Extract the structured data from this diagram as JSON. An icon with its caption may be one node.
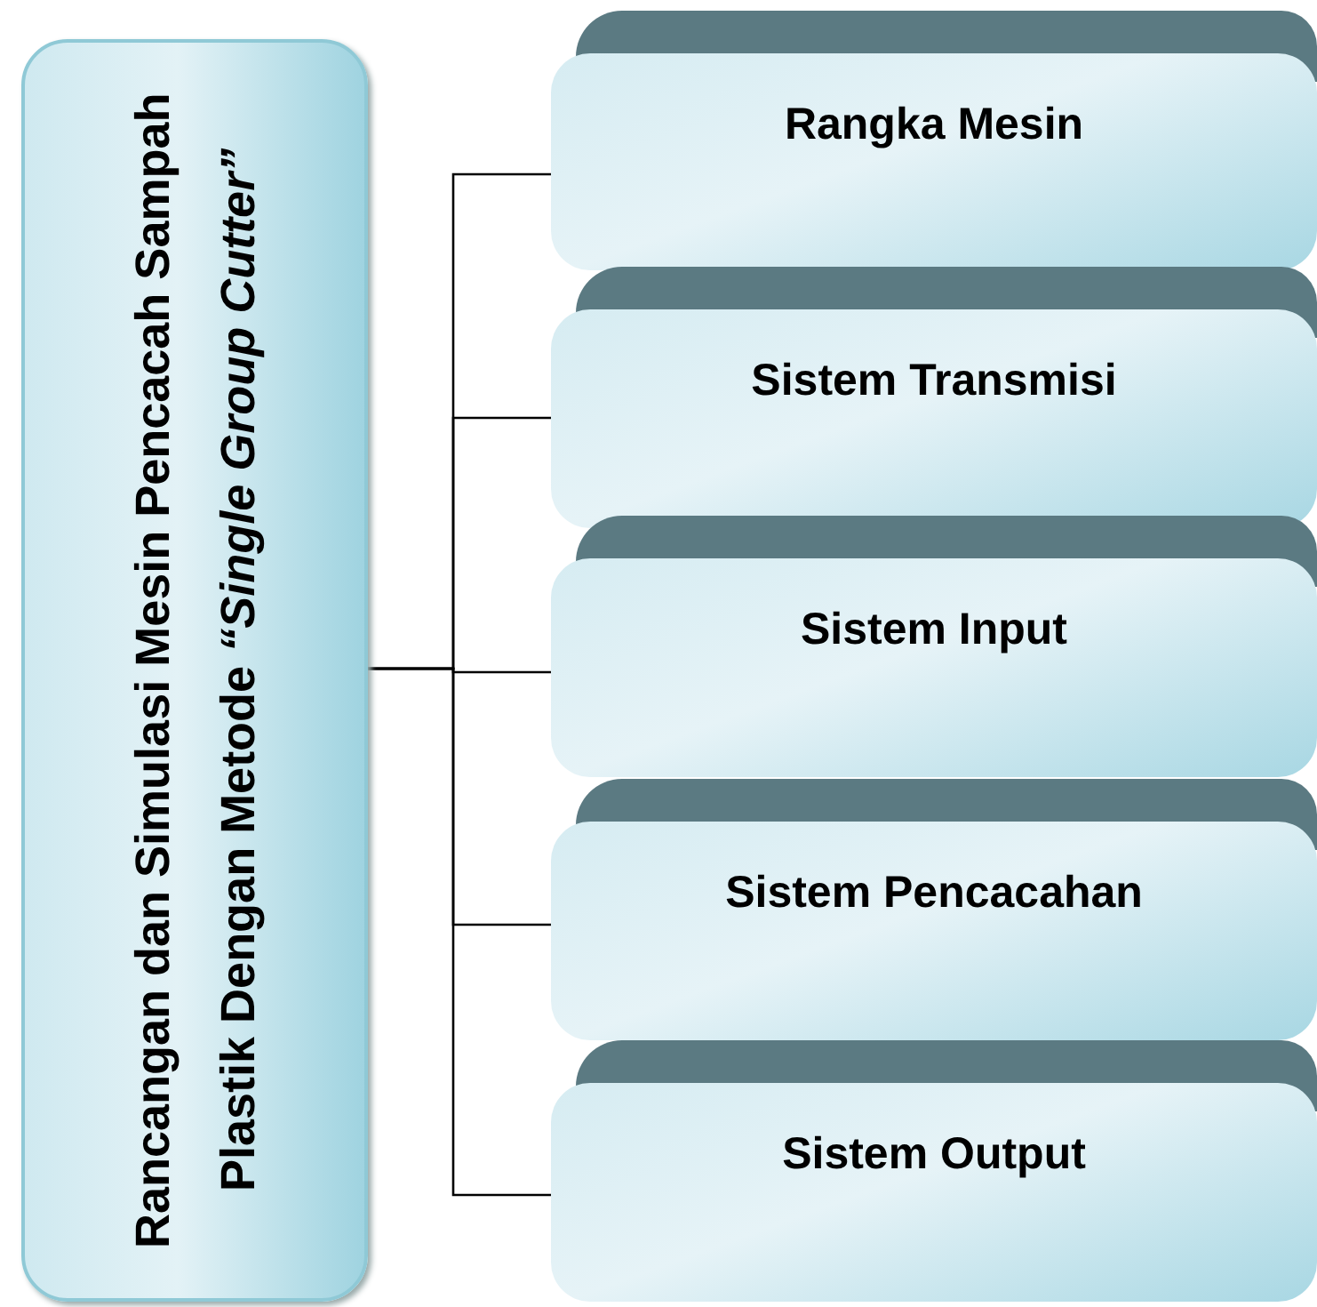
{
  "diagram": {
    "nodes": [
      {
        "text": [
          "Rancangan dan Simulasi Mesin Pencacah Sampah Plastik Dengan Metode *“Single Group Cutter”*"
        ]
      },
      {
        "text": [
          "Rangka Mesin"
        ]
      },
      {
        "text": [
          "Sistem Transmisi"
        ]
      },
      {
        "text": [
          "Sistem Input"
        ]
      },
      {
        "text": [
          "Sistem Pencacahan"
        ]
      },
      {
        "text": [
          "Sistem Output"
        ]
      }
    ],
    "edges": [
      {
        "from": 0,
        "to": 1,
        "arrow": "none"
      },
      {
        "from": 0,
        "to": 2,
        "arrow": "none"
      },
      {
        "from": 0,
        "to": 3,
        "arrow": "none"
      },
      {
        "from": 0,
        "to": 4,
        "arrow": "none"
      },
      {
        "from": 0,
        "to": 5,
        "arrow": "none"
      }
    ]
  }
}
